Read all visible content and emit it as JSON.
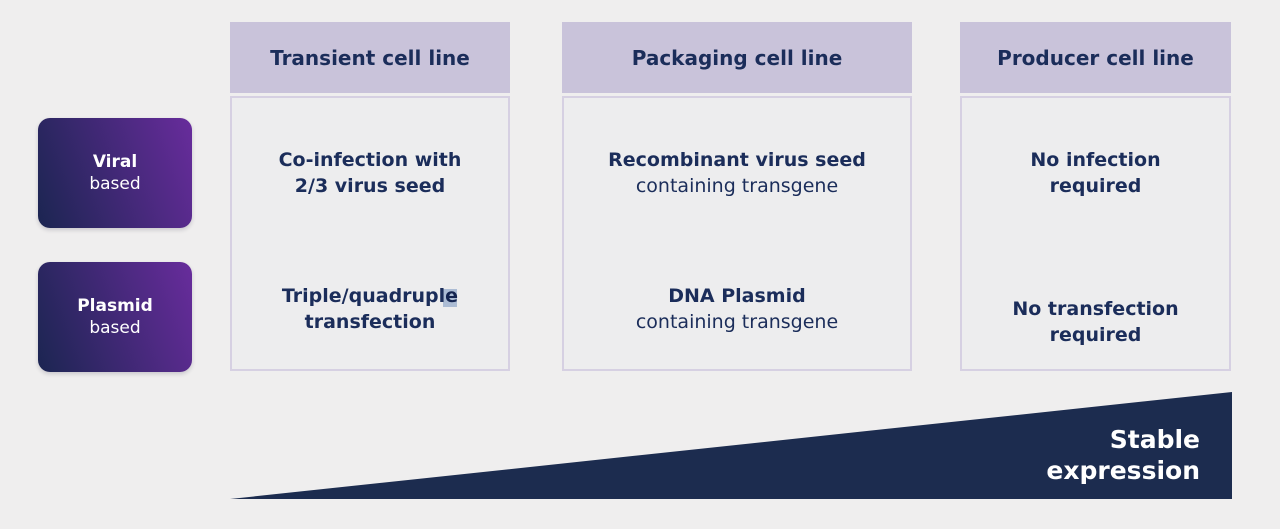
{
  "legend": {
    "viral": {
      "title": "Viral",
      "subtitle": "based"
    },
    "plasmid": {
      "title": "Plasmid",
      "subtitle": "based"
    }
  },
  "columns": [
    {
      "header": "Transient cell line",
      "viral": {
        "bold1": "Co-infection with",
        "bold2": "2/3 virus seed",
        "regular": ""
      },
      "plasmid": {
        "bold1": "Triple/quadruple",
        "bold2": "transfection",
        "regular": ""
      }
    },
    {
      "header": "Packaging cell line",
      "viral": {
        "bold1": "Recombinant virus seed",
        "bold2": "",
        "regular": "containing transgene"
      },
      "plasmid": {
        "bold1": "DNA Plasmid",
        "bold2": "",
        "regular": "containing transgene"
      }
    },
    {
      "header": "Producer cell line",
      "viral": {
        "bold1": "No infection",
        "bold2": "required",
        "regular": ""
      },
      "plasmid": {
        "bold1": "No transfection",
        "bold2": "required",
        "regular": ""
      }
    }
  ],
  "arrow": {
    "line1": "Stable",
    "line2": "expression"
  },
  "colors": {
    "page_bg": "#efeeee",
    "header_bg": "#c9c3da",
    "body_bg": "#ededee",
    "body_border": "#d6d0e2",
    "text_navy": "#1b2d5a",
    "triangle_navy": "#1c2c4f",
    "legend_gradient_from": "#1b2551",
    "legend_gradient_to": "#682c9c",
    "legend_text": "#ffffff",
    "selection_highlight": "#b9cbe3"
  }
}
